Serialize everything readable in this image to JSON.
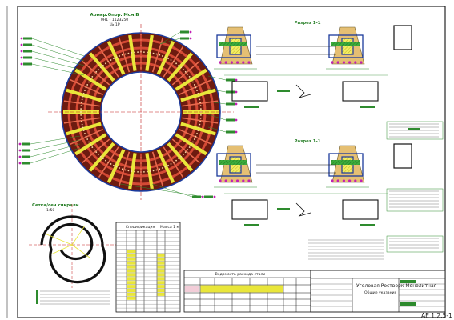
{
  "drawing": {
    "plan_title_line1": "Армир.Опор. Мсм.Б",
    "plan_title_line2": "0Н1 - 1123250",
    "plan_title_line3": "1Ь 1Р",
    "section_top": "Разрез 1-1",
    "section_bottom": "Разрез 1-1",
    "spiral_title": "Сетка/сеч.спирали",
    "spiral_sub": "1:50",
    "spec_title": "Спецификация",
    "spec_mass": "Масса 1 м",
    "table2_title": "Ведомость расхода стали",
    "title_block_line1": "Уголовая Ростверк Монолитная",
    "title_block_line2": "Общие указания",
    "sheet_number": "АЕ 1.2.5-1"
  },
  "colors": {
    "rebar_red": "#b5311f",
    "rebar_yellow": "#e9e63a",
    "leader_green": "#2e8b2e",
    "marker_magenta": "#c21fb5",
    "frame_blue": "#1b3a9c",
    "concrete_tan": "#e5bf73"
  }
}
